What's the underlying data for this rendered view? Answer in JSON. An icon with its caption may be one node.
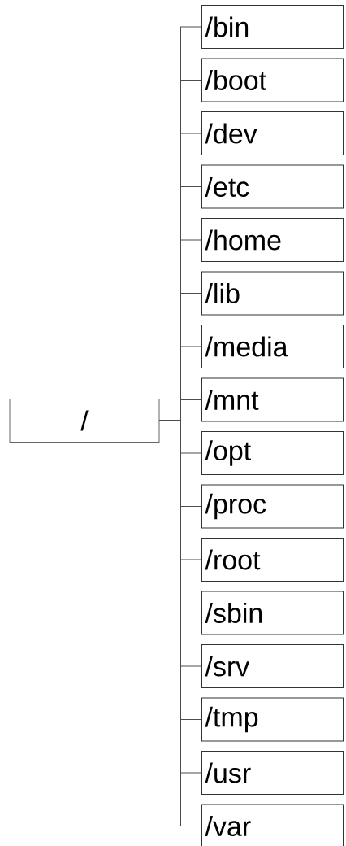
{
  "diagram": {
    "nodes": [
      {
        "text": [
          "/"
        ]
      },
      {
        "text": [
          "/bin"
        ]
      },
      {
        "text": [
          "/boot"
        ]
      },
      {
        "text": [
          "/dev"
        ]
      },
      {
        "text": [
          "/etc"
        ]
      },
      {
        "text": [
          "/home"
        ]
      },
      {
        "text": [
          "/lib"
        ]
      },
      {
        "text": [
          "/media"
        ]
      },
      {
        "text": [
          "/mnt"
        ]
      },
      {
        "text": [
          "/opt"
        ]
      },
      {
        "text": [
          "/proc"
        ]
      },
      {
        "text": [
          "/root"
        ]
      },
      {
        "text": [
          "/sbin"
        ]
      },
      {
        "text": [
          "/srv"
        ]
      },
      {
        "text": [
          "/tmp"
        ]
      },
      {
        "text": [
          "/usr"
        ]
      },
      {
        "text": [
          "/var"
        ]
      }
    ],
    "edges": [
      {
        "from": 0,
        "to": 1,
        "arrow": "none"
      },
      {
        "from": 0,
        "to": 2,
        "arrow": "none"
      },
      {
        "from": 0,
        "to": 3,
        "arrow": "none"
      },
      {
        "from": 0,
        "to": 4,
        "arrow": "none"
      },
      {
        "from": 0,
        "to": 5,
        "arrow": "none"
      },
      {
        "from": 0,
        "to": 6,
        "arrow": "none"
      },
      {
        "from": 0,
        "to": 7,
        "arrow": "none"
      },
      {
        "from": 0,
        "to": 8,
        "arrow": "none"
      },
      {
        "from": 0,
        "to": 9,
        "arrow": "none"
      },
      {
        "from": 0,
        "to": 10,
        "arrow": "none"
      },
      {
        "from": 0,
        "to": 11,
        "arrow": "none"
      },
      {
        "from": 0,
        "to": 12,
        "arrow": "none"
      },
      {
        "from": 0,
        "to": 13,
        "arrow": "none"
      },
      {
        "from": 0,
        "to": 14,
        "arrow": "none"
      },
      {
        "from": 0,
        "to": 15,
        "arrow": "none"
      },
      {
        "from": 0,
        "to": 16,
        "arrow": "none"
      }
    ]
  }
}
